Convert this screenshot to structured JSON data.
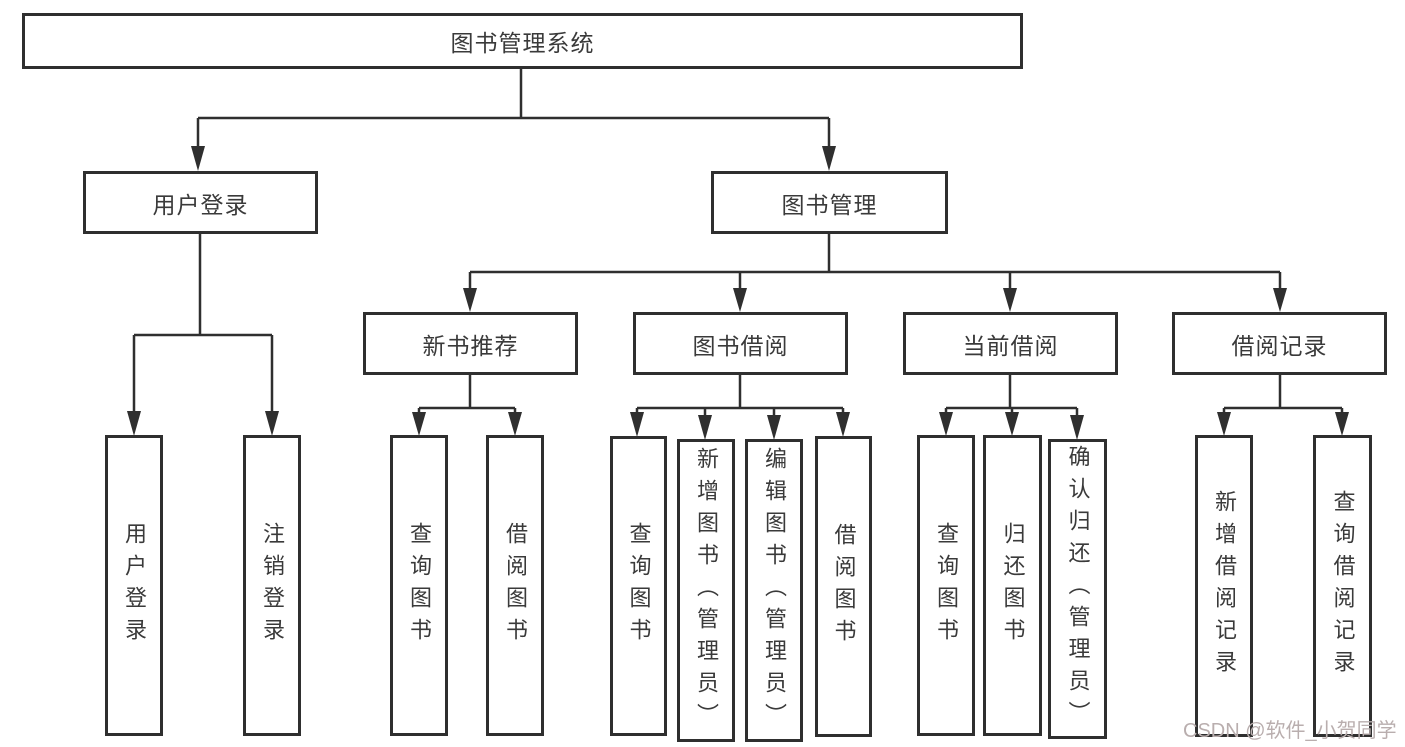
{
  "diagram": {
    "root": {
      "label": "图书管理系统"
    },
    "branches": [
      {
        "label": "用户登录",
        "children": [
          {
            "label": "用户登录"
          },
          {
            "label": "注销登录"
          }
        ]
      },
      {
        "label": "图书管理",
        "children": [
          {
            "label": "新书推荐",
            "children": [
              {
                "label": "查询图书"
              },
              {
                "label": "借阅图书"
              }
            ]
          },
          {
            "label": "图书借阅",
            "children": [
              {
                "label": "查询图书"
              },
              {
                "label": "新增图书（管理员）"
              },
              {
                "label": "编辑图书（管理员）"
              },
              {
                "label": "借阅图书"
              }
            ]
          },
          {
            "label": "当前借阅",
            "children": [
              {
                "label": "查询图书"
              },
              {
                "label": "归还图书"
              },
              {
                "label": "确认归还（管理员）"
              }
            ]
          },
          {
            "label": "借阅记录",
            "children": [
              {
                "label": "新增借阅记录"
              },
              {
                "label": "查询借阅记录"
              }
            ]
          }
        ]
      }
    ]
  },
  "colors": {
    "line": "#2f2f2f",
    "text": "#3a3a3a",
    "watermark": "#b9aeae",
    "background": "#ffffff"
  },
  "watermark": "CSDN @软件_小贺同学"
}
